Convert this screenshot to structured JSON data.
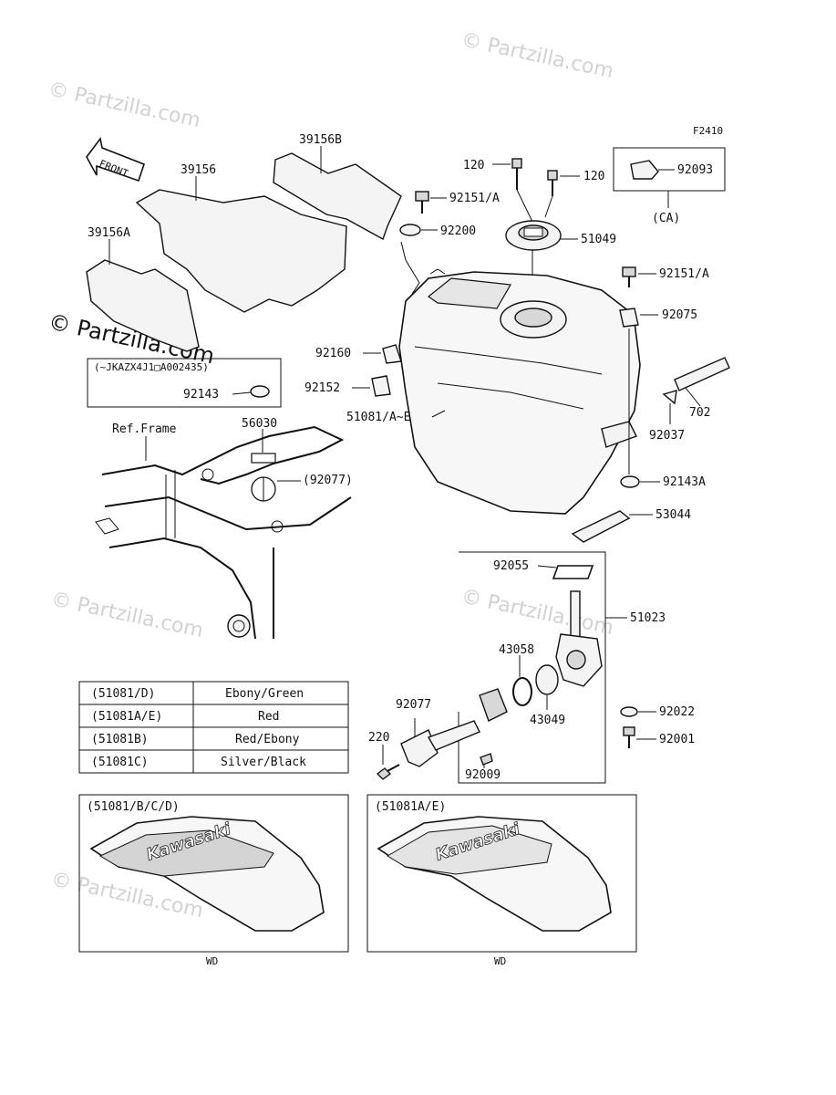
{
  "watermark": "© Partzilla.com",
  "figure_code": "F2410",
  "front_label": "FRONT",
  "ref_frame": "Ref.Frame",
  "serial_note": "(~JKAZX4J1□A002435)",
  "parts": {
    "p39156B": "39156B",
    "p39156": "39156",
    "p39156A": "39156A",
    "p120a": "120",
    "p120b": "120",
    "p92093": "92093",
    "p92151a": "92151/A",
    "p92151b": "92151/A",
    "p92200": "92200",
    "p51049": "51049",
    "ca": "(CA)",
    "p92075": "92075",
    "p92160": "92160",
    "p92152": "92152",
    "p51081": "51081/A~E",
    "p92143": "92143",
    "p702": "702",
    "p92037": "92037",
    "p56030": "56030",
    "p92077a": "(92077)",
    "p92143A": "92143A",
    "p53044": "53044",
    "p92055": "92055",
    "p51023": "51023",
    "p43058": "43058",
    "p92077b": "92077",
    "p43049": "43049",
    "p92022": "92022",
    "p220": "220",
    "p92001": "92001",
    "p92009": "92009"
  },
  "color_table": [
    {
      "code": "(51081/D)",
      "color": "Ebony/Green"
    },
    {
      "code": "(51081A/E)",
      "color": "Red"
    },
    {
      "code": "(51081B)",
      "color": "Red/Ebony"
    },
    {
      "code": "(51081C)",
      "color": "Silver/Black"
    }
  ],
  "variant_left": {
    "title": "(51081/B/C/D)",
    "brand": "Kawasaki",
    "caption": "WD"
  },
  "variant_right": {
    "title": "(51081A/E)",
    "brand": "Kawasaki",
    "caption": "WD"
  }
}
